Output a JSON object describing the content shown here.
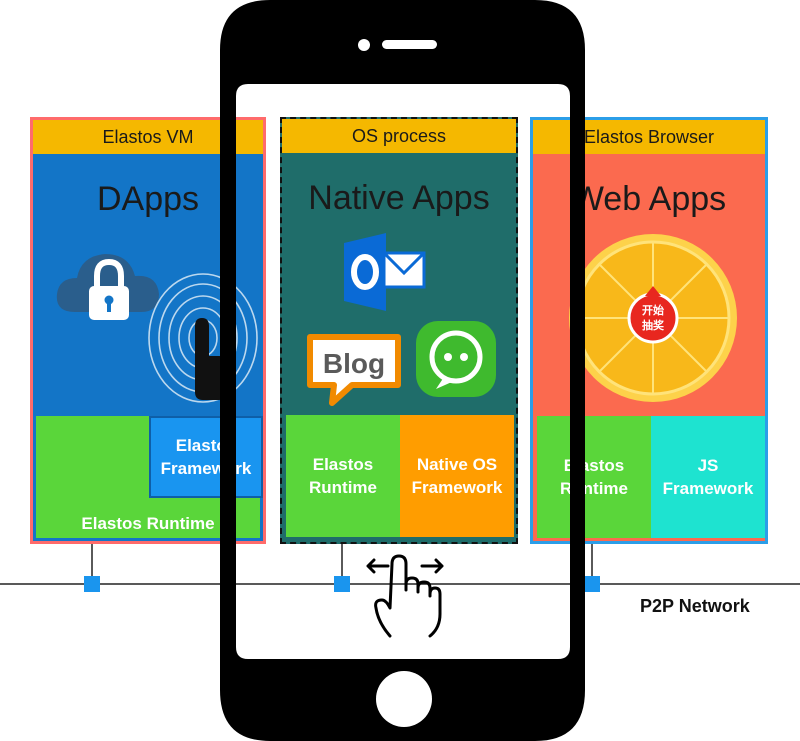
{
  "panels": {
    "left": {
      "header": "Elastos VM",
      "title": "DApps",
      "framework": "Elastos\nFramework",
      "runtime": "Elastos Runtime"
    },
    "middle": {
      "header": "OS process",
      "title": "Native Apps",
      "runtime": "Elastos\nRuntime",
      "framework": "Native OS\nFramework",
      "blog": "Blog"
    },
    "right": {
      "header": "Elastos Browser",
      "title": "Web Apps",
      "runtime": "Elastos\nRuntime",
      "framework": "JS\nFramework",
      "wheel_text": "开始\n抽奖"
    }
  },
  "network_label": "P2P Network",
  "colors": {
    "left_bg": "#1375c7",
    "middle_bg": "#1f6d6a",
    "right_bg": "#fb6a4f",
    "header": "#f5b800",
    "green": "#5ad63a",
    "blue_cell": "#1995f0",
    "orange_cell": "#ff9d00",
    "cyan_cell": "#1ee3d0",
    "node": "#1a95ee"
  },
  "icons": [
    "lock-cloud-icon",
    "fingerprint-hand-icon",
    "outlook-icon",
    "blog-icon",
    "chat-icon",
    "prize-wheel-icon",
    "swipe-hand-icon",
    "smartphone-frame"
  ]
}
